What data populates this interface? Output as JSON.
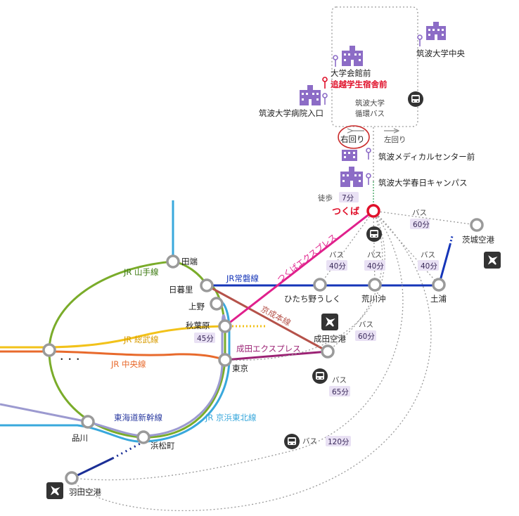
{
  "stations": {
    "tsukuba": "つくば",
    "nippori": "日暮里",
    "tabata": "田端",
    "ueno": "上野",
    "akihabara": "秋葉原",
    "tokyo": "東京",
    "shinagawa": "品川",
    "hamamatsucho": "浜松町",
    "haneda": "羽田空港",
    "narita": "成田空港",
    "ibaraki": "茨城空港",
    "hitachino": "ひたち野うしく",
    "arakawaoki": "荒川沖",
    "tsuchiura": "土浦",
    "kasuga": "筑波大学春日キャンパス",
    "medical": "筑波メディカルセンター前",
    "hospital": "筑波大学病院入口",
    "daigakukaikan": "大学会館前",
    "oikoshi": "追越学生宿舎前",
    "chuo": "筑波大学中央",
    "junkan_line1": "筑波大学",
    "junkan_line2": "循環バス",
    "migimawari": "右回り",
    "hidarimawari": "左回り"
  },
  "lines": {
    "yamanote": "JR 山手線",
    "joban": "JR常磐線",
    "tx": "つくばエクスプレス",
    "keisei": "京成本線",
    "nex": "成田エクスプレス",
    "sobu": "JR 総武線",
    "chuo": "JR 中央線",
    "shinkansen": "東海道新幹線",
    "keihin": "JR 京浜東北線",
    "dots": "・・・"
  },
  "labels": {
    "walk": "徒歩",
    "bus": "バス",
    "t_walk": "7分",
    "t_ibaraki": "60分",
    "t_hitachino": "40分",
    "t_arakawaoki": "40分",
    "t_tsuchiura": "40分",
    "t_akihabara": "45分",
    "t_narita": "60分",
    "t_tokyo": "65分",
    "t_haneda": "120分"
  },
  "colors": {
    "tx": "#e0208c",
    "joban": "#1535b8",
    "yamanote": "#7aac2a",
    "keihin": "#39a8dc",
    "keisei": "#b5524a",
    "nex": "#9b2274",
    "sobu": "#f2c21a",
    "chuo": "#e86a2c",
    "shinkansen": "#8e8ec8",
    "bus_route": "#9a9a9a",
    "tsukuba_station": "#e0102a",
    "university": "#8c6cc6",
    "badge": "#e9e1f4"
  }
}
